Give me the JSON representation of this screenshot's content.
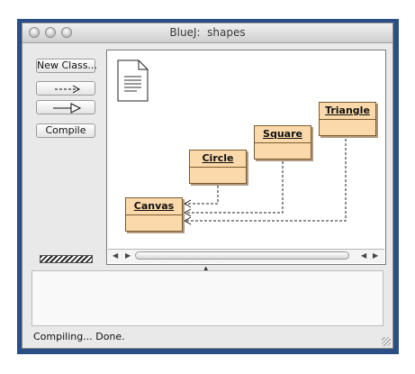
{
  "window": {
    "title": "BlueJ:  shapes",
    "controls": [
      "close",
      "minimize",
      "zoom"
    ]
  },
  "toolbar": {
    "new_class_label": "New Class...",
    "dependency_arrow_icon": "dashed-arrow-icon",
    "inheritance_arrow_icon": "hollow-triangle-arrow-icon",
    "compile_label": "Compile"
  },
  "diagram": {
    "readme_icon": "document-icon",
    "classes": [
      "Triangle",
      "Square",
      "Circle",
      "Canvas"
    ],
    "dependencies": [
      {
        "from": "Circle",
        "to": "Canvas"
      },
      {
        "from": "Square",
        "to": "Canvas"
      },
      {
        "from": "Triangle",
        "to": "Canvas"
      }
    ],
    "class_fill_color": "#fbd9aa"
  },
  "message_area": {
    "text": ""
  },
  "status": {
    "text": "Compiling... Done."
  }
}
